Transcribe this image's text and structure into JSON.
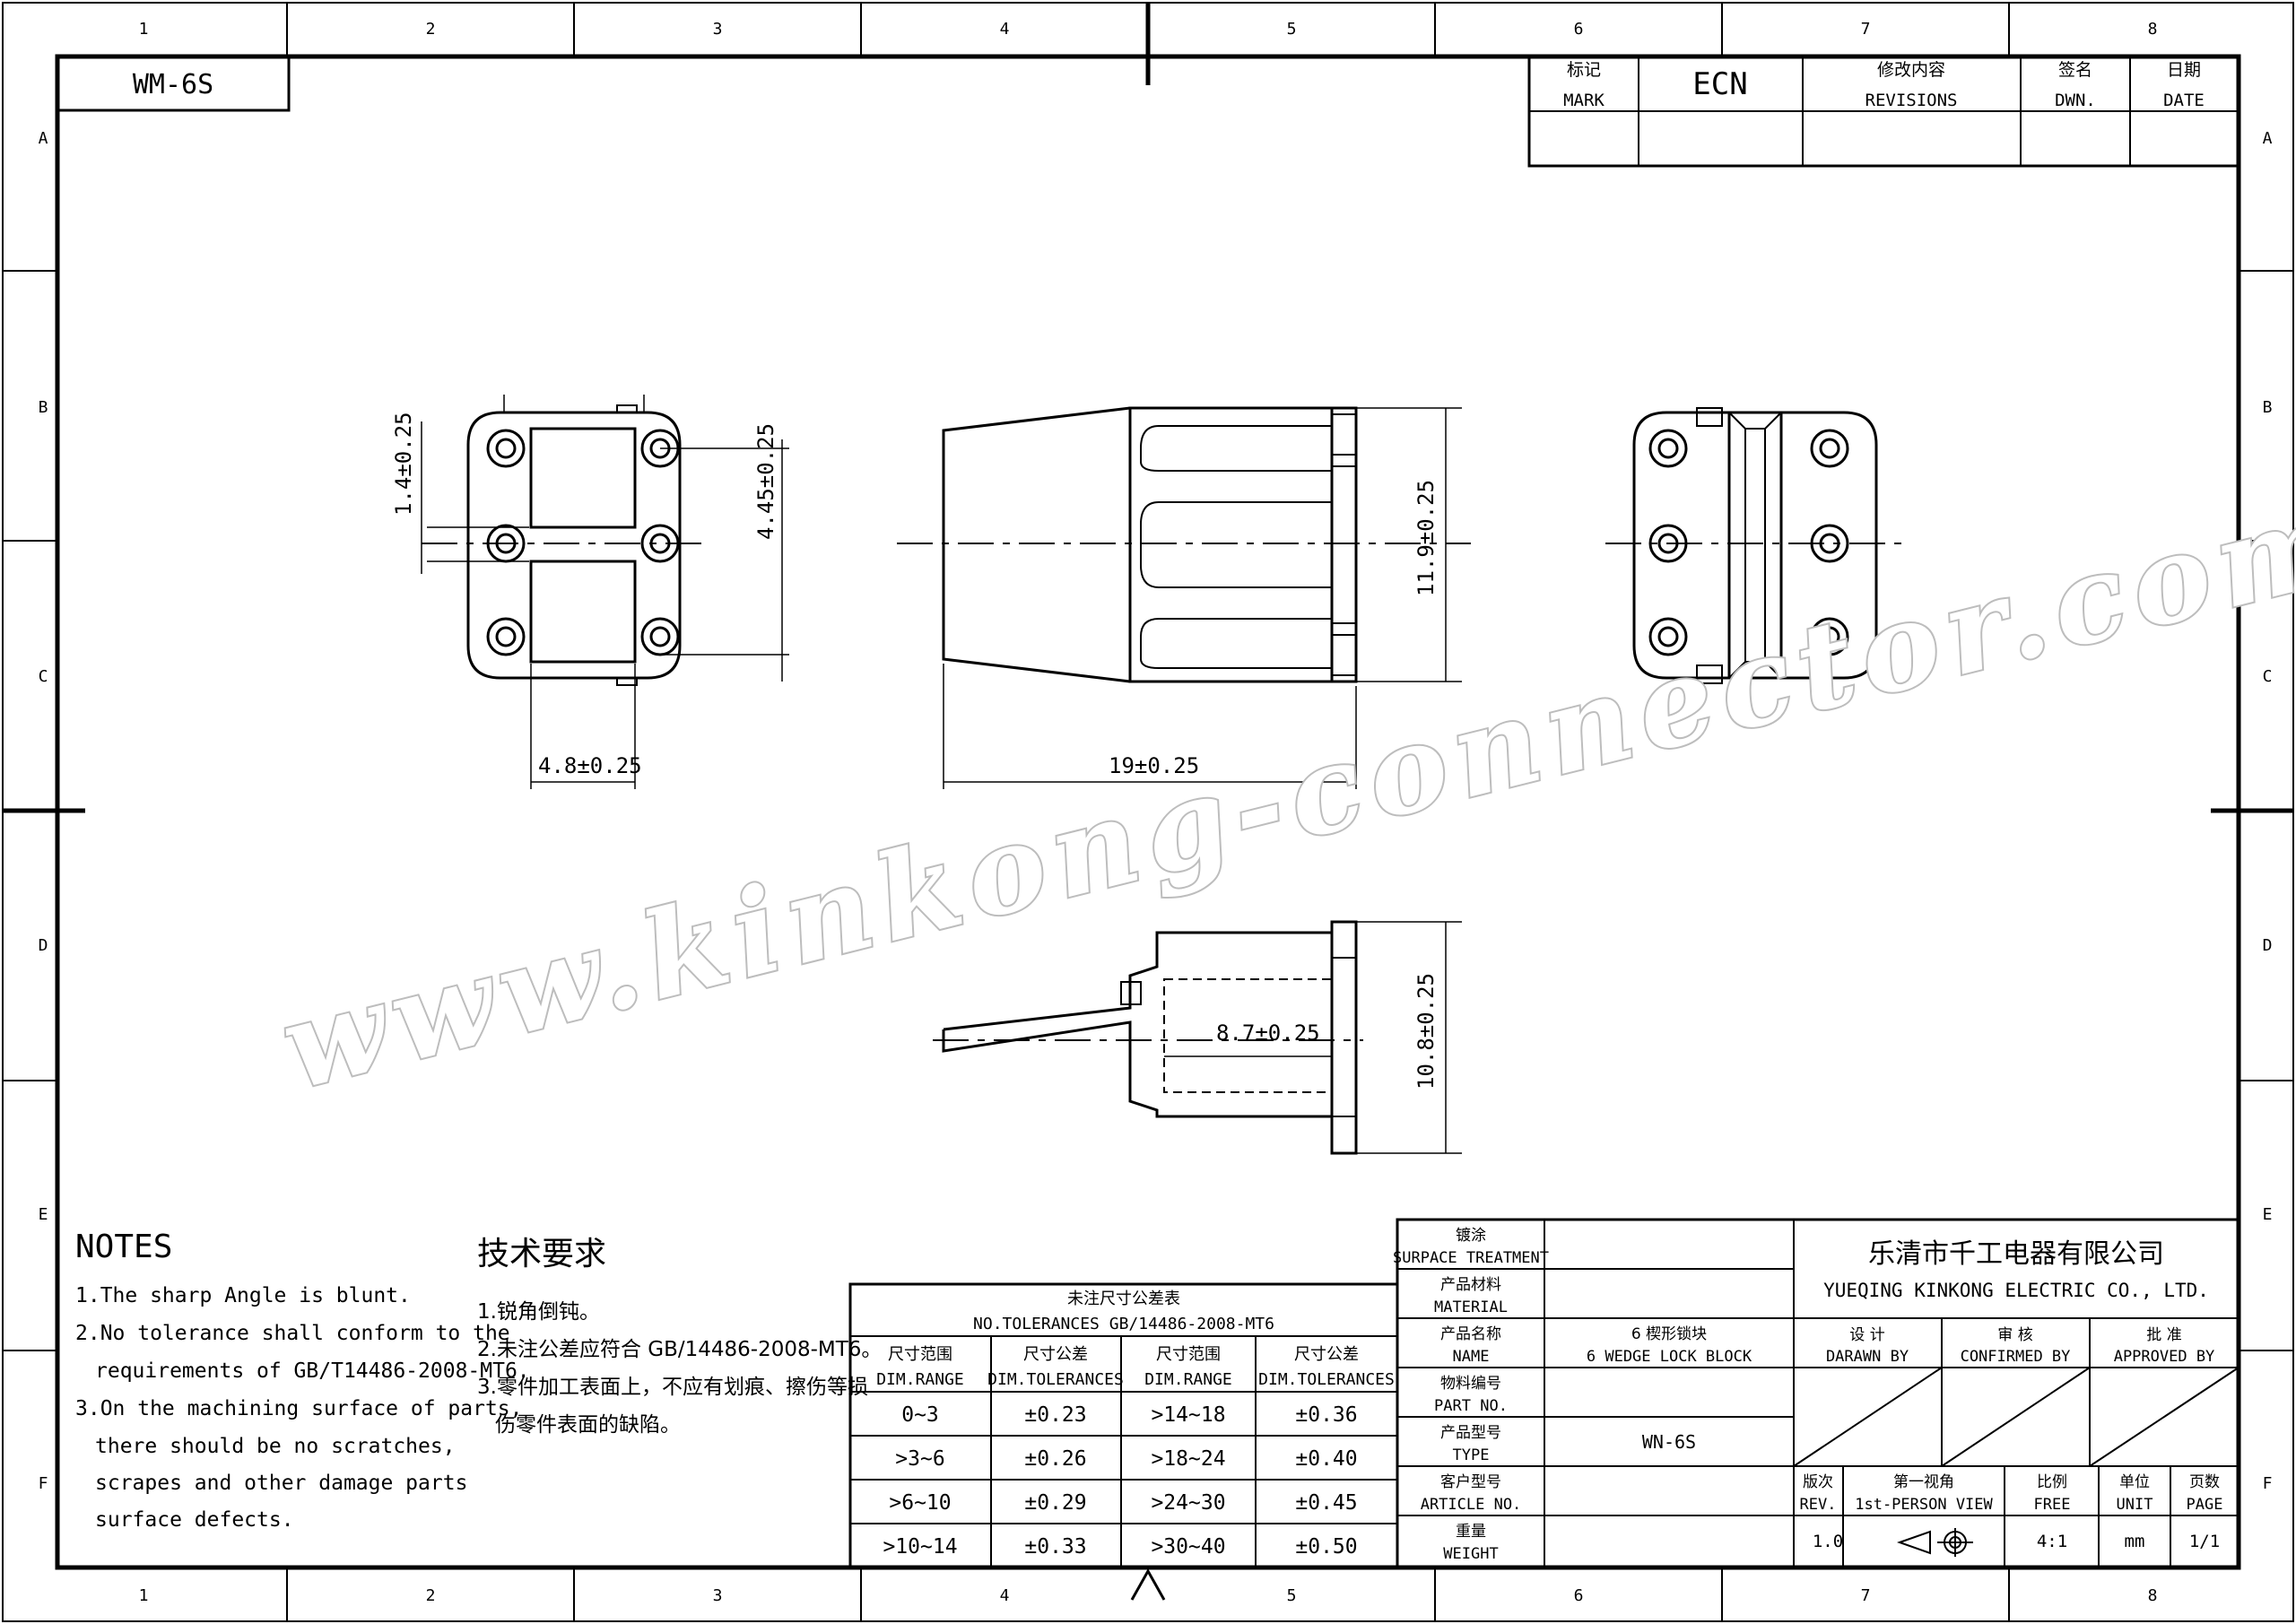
{
  "frame": {
    "columns": [
      "1",
      "2",
      "3",
      "4",
      "5",
      "6",
      "7",
      "8"
    ],
    "rows": [
      "A",
      "B",
      "C",
      "D",
      "E",
      "F"
    ]
  },
  "drawing_code": "WM-6S",
  "revision_block": {
    "mark_cn": "标记",
    "mark_en": "MARK",
    "ecn": "ECN",
    "revisions_cn": "修改内容",
    "revisions_en": "REVISIONS",
    "drawn_cn": "签名",
    "drawn_en": "DWN.",
    "date_cn": "日期",
    "date_en": "DATE"
  },
  "dimensions": {
    "front_pitch_small": "1.4±0.25",
    "front_pitch_large": "4.45±0.25",
    "front_width": "4.8±0.25",
    "side_length": "19±0.25",
    "side_height": "11.9±0.25",
    "top_depth": "8.7±0.25",
    "top_height": "10.8±0.25"
  },
  "watermark": "www.kinkong-connector.com",
  "notes": {
    "title": "NOTES",
    "items": [
      "1.The sharp Angle is blunt.",
      "2.No tolerance shall conform to the",
      "requirements of GB/T14486-2008-MT6.",
      "3.On the machining surface of parts,",
      "there should be no scratches,",
      "scrapes and other damage parts",
      "surface defects."
    ]
  },
  "tech_requirements": {
    "title": "技术要求",
    "items": [
      "1.锐角倒钝。",
      "2.未注公差应符合 GB/14486-2008-MT6。",
      "3.零件加工表面上，不应有划痕、擦伤等损",
      "伤零件表面的缺陷。"
    ]
  },
  "tolerance_table": {
    "title_cn": "未注尺寸公差表",
    "title_en": "NO.TOLERANCES GB/14486-2008-MT6",
    "headers": [
      {
        "cn": "尺寸范围",
        "en": "DIM.RANGE"
      },
      {
        "cn": "尺寸公差",
        "en": "DIM.TOLERANCES"
      },
      {
        "cn": "尺寸范围",
        "en": "DIM.RANGE"
      },
      {
        "cn": "尺寸公差",
        "en": "DIM.TOLERANCES"
      }
    ],
    "rows": [
      [
        "0~3",
        "±0.23",
        ">14~18",
        "±0.36"
      ],
      [
        ">3~6",
        "±0.26",
        ">18~24",
        "±0.40"
      ],
      [
        ">6~10",
        "±0.29",
        ">24~30",
        "±0.45"
      ],
      [
        ">10~14",
        "±0.33",
        ">30~40",
        "±0.50"
      ]
    ]
  },
  "title_block": {
    "surface_treatment": {
      "cn": "镀涂",
      "en": "SURPACE TREATMENT",
      "value": ""
    },
    "material": {
      "cn": "产品材料",
      "en": "MATERIAL",
      "value": ""
    },
    "name": {
      "cn": "产品名称",
      "en": "NAME",
      "value_cn": "6 楔形锁块",
      "value_en": "6 WEDGE LOCK BLOCK"
    },
    "part_no": {
      "cn": "物料编号",
      "en": "PART NO.",
      "value": ""
    },
    "type": {
      "cn": "产品型号",
      "en": "TYPE",
      "value": "WN-6S"
    },
    "article_no": {
      "cn": "客户型号",
      "en": "ARTICLE NO.",
      "value": ""
    },
    "weight": {
      "cn": "重量",
      "en": "WEIGHT",
      "value": ""
    },
    "company_cn": "乐清市千工电器有限公司",
    "company_en": "YUEQING KINKONG ELECTRIC CO., LTD.",
    "design": {
      "cn": "设 计",
      "en": "DARAWN BY"
    },
    "confirm": {
      "cn": "审 核",
      "en": "CONFIRMED BY"
    },
    "approve": {
      "cn": "批 准",
      "en": "APPROVED BY"
    },
    "rev": {
      "cn": "版次",
      "en": "REV.",
      "value": "1.0"
    },
    "view": {
      "cn": "第一视角",
      "en": "1st-PERSON VIEW"
    },
    "scale": {
      "cn": "比例",
      "en": "FREE",
      "value": "4:1"
    },
    "unit": {
      "cn": "单位",
      "en": "UNIT",
      "value": "mm"
    },
    "page": {
      "cn": "页数",
      "en": "PAGE",
      "value": "1/1"
    }
  }
}
